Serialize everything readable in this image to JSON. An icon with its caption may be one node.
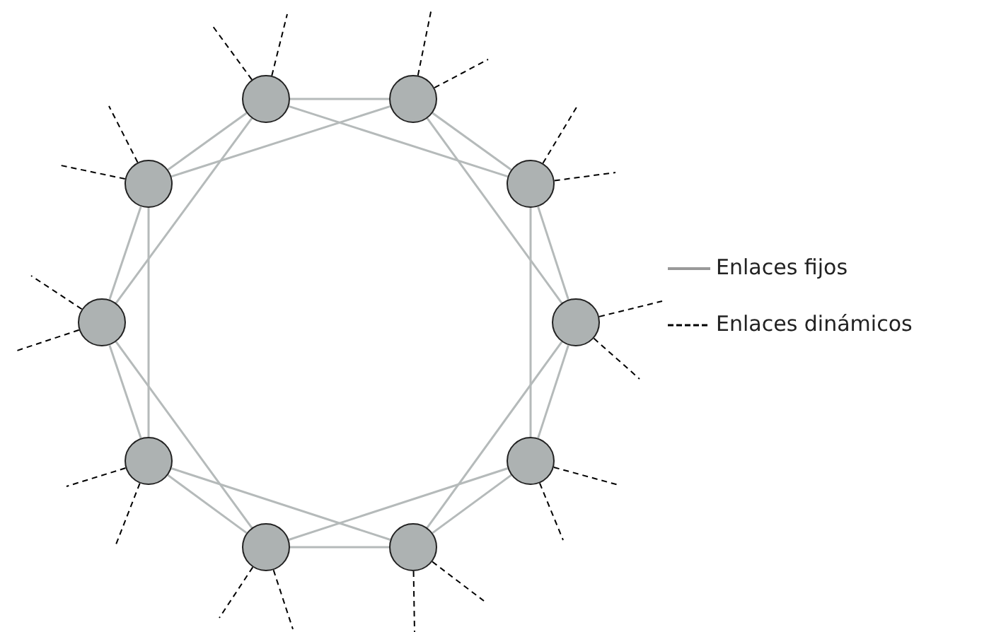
{
  "diagram": {
    "nodes": [
      {
        "text": [],
        "shape": "circle"
      },
      {
        "text": [],
        "shape": "circle"
      },
      {
        "text": [],
        "shape": "circle"
      },
      {
        "text": [],
        "shape": "circle"
      },
      {
        "text": [],
        "shape": "circle"
      },
      {
        "text": [],
        "shape": "circle"
      },
      {
        "text": [],
        "shape": "circle"
      },
      {
        "text": [],
        "shape": "circle"
      },
      {
        "text": [],
        "shape": "circle"
      },
      {
        "text": [],
        "shape": "circle"
      }
    ],
    "edges": [
      {
        "from": 0,
        "to": 1,
        "arrow": "none"
      },
      {
        "from": 1,
        "to": 2,
        "arrow": "none"
      },
      {
        "from": 2,
        "to": 3,
        "arrow": "none"
      },
      {
        "from": 3,
        "to": 4,
        "arrow": "none"
      },
      {
        "from": 4,
        "to": 5,
        "arrow": "none"
      },
      {
        "from": 5,
        "to": 6,
        "arrow": "none"
      },
      {
        "from": 6,
        "to": 7,
        "arrow": "none"
      },
      {
        "from": 7,
        "to": 8,
        "arrow": "none"
      },
      {
        "from": 8,
        "to": 9,
        "arrow": "none"
      },
      {
        "from": 9,
        "to": 0,
        "arrow": "none"
      },
      {
        "from": 0,
        "to": 2,
        "arrow": "none"
      },
      {
        "from": 1,
        "to": 3,
        "arrow": "none"
      },
      {
        "from": 2,
        "to": 4,
        "arrow": "none"
      },
      {
        "from": 3,
        "to": 5,
        "arrow": "none"
      },
      {
        "from": 4,
        "to": 6,
        "arrow": "none"
      },
      {
        "from": 5,
        "to": 7,
        "arrow": "none"
      },
      {
        "from": 6,
        "to": 8,
        "arrow": "none"
      },
      {
        "from": 7,
        "to": 9,
        "arrow": "none"
      },
      {
        "from": 8,
        "to": 0,
        "arrow": "none"
      },
      {
        "from": 9,
        "to": 1,
        "arrow": "none"
      },
      {
        "from": 0,
        "to": null,
        "arrow": "none",
        "style": "dashed",
        "color": "#000000"
      },
      {
        "from": 0,
        "to": null,
        "arrow": "none",
        "style": "dashed",
        "color": "#000000"
      },
      {
        "from": 1,
        "to": null,
        "arrow": "none",
        "style": "dashed",
        "color": "#000000"
      },
      {
        "from": 1,
        "to": null,
        "arrow": "none",
        "style": "dashed",
        "color": "#000000"
      },
      {
        "from": 2,
        "to": null,
        "arrow": "none",
        "style": "dashed",
        "color": "#000000"
      },
      {
        "from": 2,
        "to": null,
        "arrow": "none",
        "style": "dashed",
        "color": "#000000"
      },
      {
        "from": 3,
        "to": null,
        "arrow": "none",
        "style": "dashed",
        "color": "#000000"
      },
      {
        "from": 3,
        "to": null,
        "arrow": "none",
        "style": "dashed",
        "color": "#000000"
      },
      {
        "from": 4,
        "to": null,
        "arrow": "none",
        "style": "dashed",
        "color": "#000000"
      },
      {
        "from": 4,
        "to": null,
        "arrow": "none",
        "style": "dashed",
        "color": "#000000"
      },
      {
        "from": 5,
        "to": null,
        "arrow": "none",
        "style": "dashed",
        "color": "#000000"
      },
      {
        "from": 5,
        "to": null,
        "arrow": "none",
        "style": "dashed",
        "color": "#000000"
      },
      {
        "from": 6,
        "to": null,
        "arrow": "none",
        "style": "dashed",
        "color": "#000000"
      },
      {
        "from": 6,
        "to": null,
        "arrow": "none",
        "style": "dashed",
        "color": "#000000"
      },
      {
        "from": 7,
        "to": null,
        "arrow": "none",
        "style": "dashed",
        "color": "#000000"
      },
      {
        "from": 7,
        "to": null,
        "arrow": "none",
        "style": "dashed",
        "color": "#000000"
      },
      {
        "from": 8,
        "to": null,
        "arrow": "none",
        "style": "dashed",
        "color": "#000000"
      },
      {
        "from": 8,
        "to": null,
        "arrow": "none",
        "style": "dashed",
        "color": "#000000"
      },
      {
        "from": 9,
        "to": null,
        "arrow": "none",
        "style": "dashed",
        "color": "#000000"
      },
      {
        "from": 9,
        "to": null,
        "arrow": "none",
        "style": "dashed",
        "color": "#000000"
      }
    ],
    "legend": [
      {
        "text": "Enlaces fijos"
      },
      {
        "text": "Enlaces dinámicos"
      }
    ]
  }
}
